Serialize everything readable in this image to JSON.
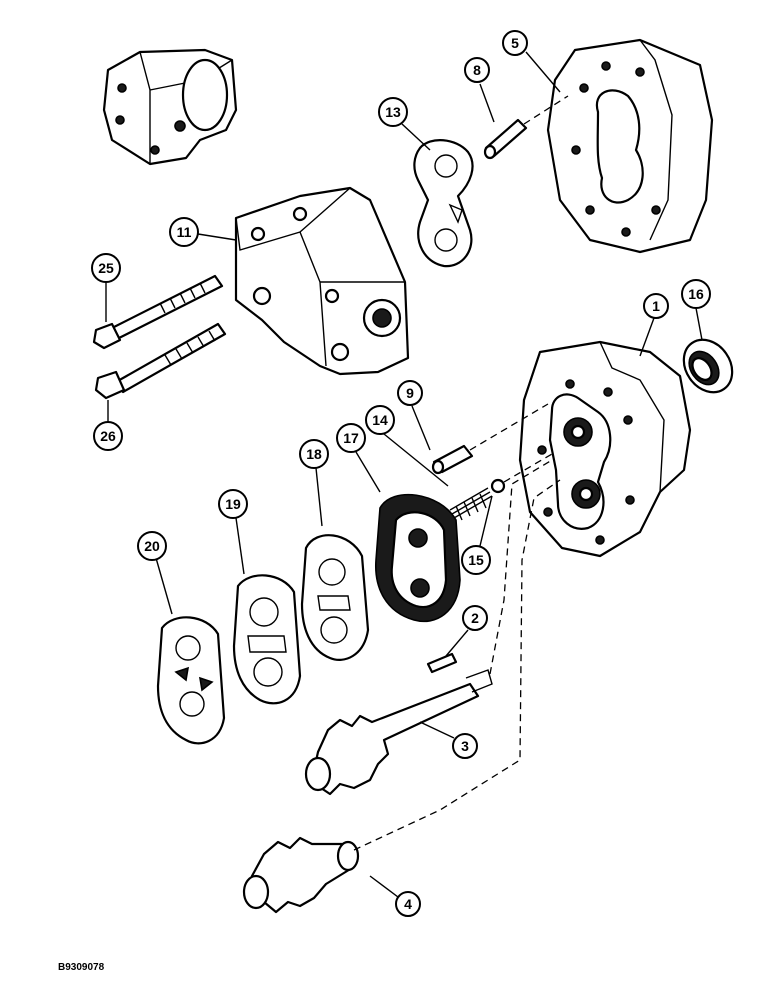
{
  "figure_code": "B9309078",
  "callouts": [
    {
      "label": "5"
    },
    {
      "label": "8"
    },
    {
      "label": "13"
    },
    {
      "label": "11"
    },
    {
      "label": "25"
    },
    {
      "label": "26"
    },
    {
      "label": "16"
    },
    {
      "label": "1"
    },
    {
      "label": "9"
    },
    {
      "label": "14"
    },
    {
      "label": "17"
    },
    {
      "label": "18"
    },
    {
      "label": "19"
    },
    {
      "label": "20"
    },
    {
      "label": "15"
    },
    {
      "label": "2"
    },
    {
      "label": "3"
    },
    {
      "label": "4"
    }
  ]
}
